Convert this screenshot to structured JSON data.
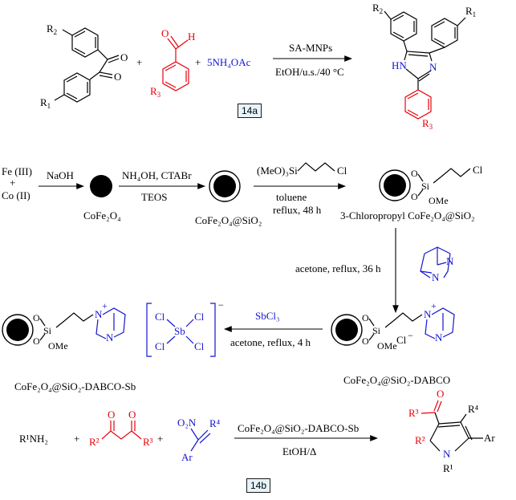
{
  "scheme_a": {
    "reagent_nh4oac": "5NH₄OAc",
    "plus": "+",
    "catalyst": "SA-MNPs",
    "conditions": "EtOH/u.s./40 °C",
    "label": "14a",
    "r1": "R",
    "r1_sub": "1",
    "r2": "R",
    "r2_sub": "2",
    "r3": "R",
    "r3_sub": "3",
    "aldehyde_o": "O",
    "aldehyde_h": "H",
    "diketone_o": "O",
    "imidazole_hn": "HN",
    "imidazole_n": "N"
  },
  "synthesis": {
    "fe": "Fe (III)",
    "plus": "+",
    "co": "Co (II)",
    "naoh": "NaOH",
    "step2_top": "NH₄OH, CTABr",
    "step2_bottom": "TEOS",
    "cofe2o4": "CoFe₂O₄",
    "cofe2o4_sio2": "CoFe₂O₄@SiO₂",
    "silane": "(MeO)₃Si",
    "cl": "Cl",
    "step3_solvent": "toluene",
    "step3_cond": "reflux, 48 h",
    "chloropropyl": "3-Chloropropyl CoFe₂O₄@SiO₂",
    "step4_cond": "acetone, reflux, 36 h",
    "sbcl3": "SbCl₃",
    "step5_cond": "acetone, reflux, 4 h",
    "dabco_label": "CoFe₂O₄@SiO₂-DABCO",
    "sb_label": "CoFe₂O₄@SiO₂-DABCO-Sb",
    "o": "O",
    "si": "Si",
    "ome": "OMe",
    "n": "N",
    "nplus": "+",
    "sb": "Sb",
    "minus": "−",
    "cl_minus": "Cl",
    "cl_minus_sign": "−"
  },
  "scheme_b": {
    "amine": "R¹NH₂",
    "plus": "+",
    "r2": "R²",
    "r3": "R³",
    "o": "O",
    "no2": "O₂N",
    "r4": "R⁴",
    "ar": "Ar",
    "catalyst": "CoFe₂O₄@SiO₂-DABCO-Sb",
    "conditions": "EtOH/Δ",
    "n": "N",
    "r1": "R¹",
    "label": "14b"
  }
}
